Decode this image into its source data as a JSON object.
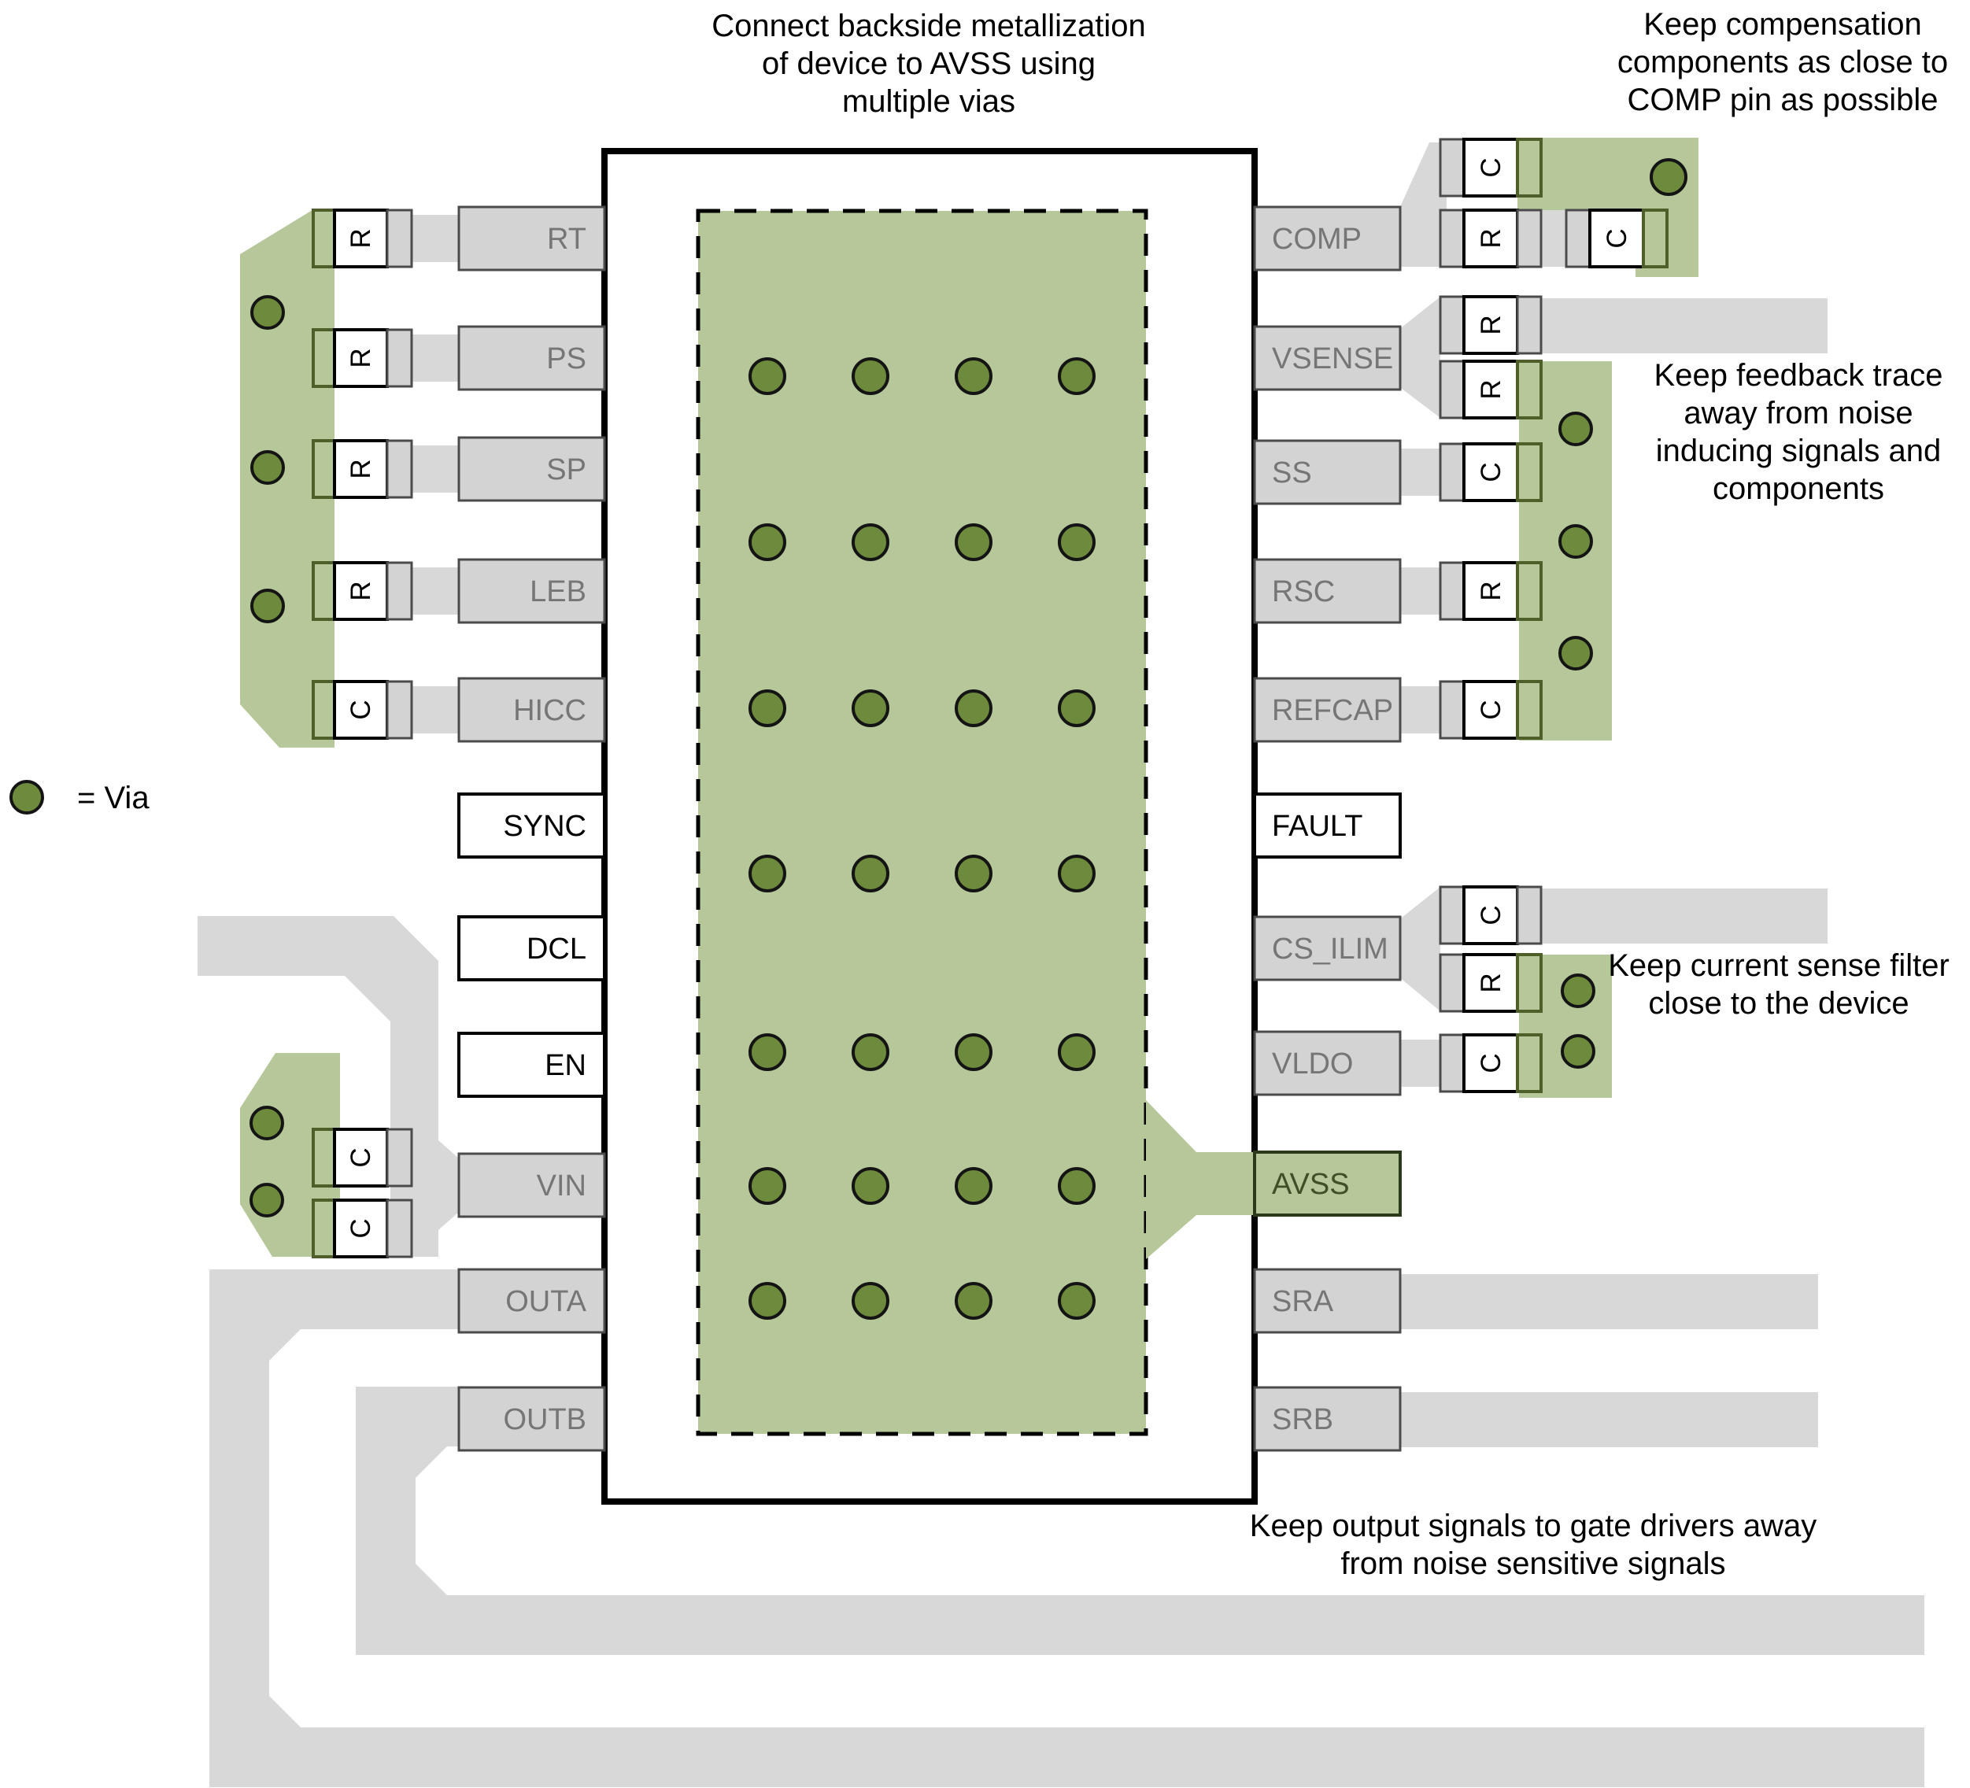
{
  "legend": {
    "via_label": "= Via"
  },
  "annotations": {
    "backside": [
      "Connect backside metallization",
      "of device to AVSS using",
      "multiple vias"
    ],
    "compensation": [
      "Keep compensation",
      "components as close to",
      "COMP pin as possible"
    ],
    "feedback": [
      "Keep feedback trace",
      "away from noise",
      "inducing signals and",
      "components"
    ],
    "current_sense": [
      "Keep current sense filter",
      "close to the device"
    ],
    "output": [
      "Keep output signals to gate drivers away",
      "from noise sensitive signals"
    ]
  },
  "pins": {
    "left": [
      "RT",
      "PS",
      "SP",
      "LEB",
      "HICC",
      "SYNC",
      "DCL",
      "EN",
      "VIN",
      "OUTA",
      "OUTB"
    ],
    "right": [
      "COMP",
      "VSENSE",
      "SS",
      "RSC",
      "REFCAP",
      "FAULT",
      "CS_ILIM",
      "VLDO",
      "AVSS",
      "SRA",
      "SRB"
    ]
  },
  "components": {
    "left": [
      "R",
      "R",
      "R",
      "R",
      "C",
      "C",
      "C"
    ],
    "right": [
      "C",
      "R",
      "C",
      "R",
      "R",
      "C",
      "R",
      "C",
      "C",
      "R",
      "C"
    ]
  },
  "colors": {
    "copper_pour": "#b6c79a",
    "via_fill": "#6e8b3d",
    "trace": "#d8d8d8",
    "pad": "#d3d3d3"
  },
  "thermal_via_grid": {
    "rows": 7,
    "cols": 4
  }
}
